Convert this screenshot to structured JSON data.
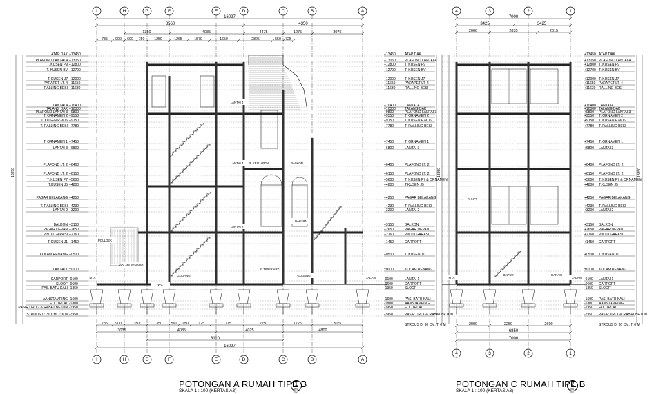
{
  "section_a": {
    "title": "POTONGAN A RUMAH TIPE B",
    "scale": "SKALA 1 : 100 (KERTAS A3)",
    "sheet_no": "1",
    "sheet_sub": "ARS\nIV/2",
    "grid_top": [
      "I",
      "H",
      "G",
      "F",
      "E",
      "D",
      "C",
      "B",
      "A"
    ],
    "grid_bottom": [
      "I",
      "H",
      "G",
      "F",
      "E",
      "D",
      "C",
      "B",
      "A"
    ],
    "dim_top_total": "16097",
    "dim_top_l2": [
      "8560",
      "4350"
    ],
    "dim_top_l3": [
      "1350",
      "4085",
      "4475",
      "1275",
      "3075"
    ],
    "dim_top_l4": [
      "785",
      "900",
      "600",
      "750",
      "1250",
      "1265",
      "1570",
      "1650",
      "2825",
      "550",
      "725"
    ],
    "dim_bot_l1": [
      "785",
      "900",
      "1350",
      "1350",
      "560",
      "1050",
      "1125",
      "1775",
      "2250",
      "1725",
      "3075"
    ],
    "dim_bot_l2": [
      "3035",
      "4085",
      "4025",
      "4800"
    ],
    "dim_bot_l3": "8110",
    "dim_bot_total": "16097",
    "left_levels": [
      {
        "label": "ATAP DAK",
        "value": "+13450"
      },
      {
        "label": "PLAFOND LANTAI 4",
        "value": "+13050"
      },
      {
        "label": "T. KUSEN P9",
        "value": "+12800"
      },
      {
        "label": "T. KUSEN BV",
        "value": "+12700"
      },
      {
        "label": "T. KUSEN J7",
        "value": "+12000"
      },
      {
        "label": "PARAPET LT. 4",
        "value": "+11650"
      },
      {
        "label": "RALLING BESI",
        "value": "+11630"
      },
      {
        "label": "LANTAI 4",
        "value": "+10400"
      },
      {
        "label": "TALANG DAK",
        "value": "+10000"
      },
      {
        "label": "PLAFOND LANTAI 3",
        "value": "+9800"
      },
      {
        "label": "T. ORNAMEN 2",
        "value": "+9550"
      },
      {
        "label": "T. KUSEN P7&J6",
        "value": "+9150"
      },
      {
        "label": "T. RALLING BESI",
        "value": "+7780"
      },
      {
        "label": "T. ORNAMEN 1",
        "value": "+7450"
      },
      {
        "label": "LANTAI 3",
        "value": "+6800"
      },
      {
        "label": "PLAFOND LT. 2",
        "value": "+6400"
      },
      {
        "label": "PLAFOND LT. 2",
        "value": "+6150"
      },
      {
        "label": "T. KUSEN P7",
        "value": "+5600"
      },
      {
        "label": "T.KUSEN J5",
        "value": "+4800"
      },
      {
        "label": "PAGAR BELAKANG",
        "value": "+4250"
      },
      {
        "label": "T. RALLING BESI",
        "value": "+4230"
      },
      {
        "label": "LANTAI 2",
        "value": "+3200"
      },
      {
        "label": "BALKON",
        "value": "+3150"
      },
      {
        "label": "PAGAR DEPAN",
        "value": "+2650"
      },
      {
        "label": "PINTU GARASI",
        "value": "+2160"
      },
      {
        "label": "T. KUSEN J1",
        "value": "+1450"
      },
      {
        "label": "KOLAM RENANG",
        "value": "+0500"
      },
      {
        "label": "LANTAI 1",
        "value": "±0000"
      },
      {
        "label": "CARPORT",
        "value": "-0100"
      },
      {
        "label": "SLOOF",
        "value": "-0600"
      },
      {
        "label": "PAS. BATU KALI",
        "value": "-1350"
      },
      {
        "label": "AANSTAMPING",
        "value": "-1600"
      },
      {
        "label": "FOOTPLAT",
        "value": "-1800"
      },
      {
        "label": "PASIR URUG & RABAT BETON",
        "value": "-1950"
      },
      {
        "label": "STROUS D: 30 CM, T: 6 M",
        "value": "-7950"
      }
    ],
    "rooms": [
      "KOLAM RENANG",
      "GUDANG",
      "R. TIDUR ART",
      "GUDANG",
      "BALKON",
      "WC",
      "LANTAI 4",
      "LANTAI 3",
      "R. KELUARGA",
      "BALKON",
      "LANTAI 2",
      "POLLDEK",
      "JALAN",
      "MTA"
    ],
    "right_levels": [
      "ATAP DAK",
      "PLAFOND LANTAI 4",
      "T. KUSEN P9",
      "T. KUSEN BV",
      "T. KUSEN J7",
      "PARAPET LT. 4",
      "RALLING BESI",
      "LANTAI 4",
      "TALANG DAK",
      "PLAFOND LANTAI 3",
      "T. ORNAMEN 2",
      "T. KUSEN P7&J6",
      "T. RALLING BESI",
      "T. ORNAMEN 1",
      "LANTAI 3",
      "PLAFOND LT. 2",
      "PLAFOND LT. 2",
      "T. KUSEN P7 & ORNAMEN",
      "T.KUSEN J5",
      "PAGAR BELAKANG",
      "T. RALLING BESI",
      "LANTAI 2",
      "BALKON",
      "PAGAR DEPAN",
      "PINTU GARASI",
      "CARPORT",
      "T. KUSEN J1",
      "KOLAM RENANG",
      "LANTAI 1",
      "CARPORT",
      "SLOOF",
      "PAS. BATU KALI",
      "AANSTAMPING",
      "FOOTPLAT",
      "PASIR URUG& RABAT BETON",
      "STROUS D: 30 CM, T: 6 M"
    ]
  },
  "section_c": {
    "title": "POTONGAN C RUMAH TIPE B",
    "scale": "SKALA 1 : 100 (KERTAS A3)",
    "sheet_no": "2",
    "sheet_sub": "ARS\nIV/2",
    "grid_top": [
      "4",
      "3",
      "2",
      "1"
    ],
    "grid_bottom": [
      "4",
      "3",
      "2",
      "1"
    ],
    "dim_top_total": "7000",
    "dim_top_l2": [
      "3425",
      "3425"
    ],
    "dim_top_l3": [
      "2000",
      "2835",
      "2015"
    ],
    "dim_bot_l1": [
      "2000",
      "2250",
      "2600"
    ],
    "dim_bot_l2": "6850",
    "dim_bot_total": "7000",
    "rooms": [
      "R. LIFT",
      "DAPUR",
      "GARASI",
      "JALAN",
      "MTA"
    ]
  }
}
